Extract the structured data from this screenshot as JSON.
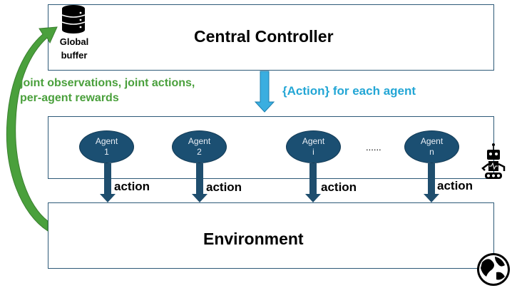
{
  "controller": {
    "title": "Central Controller",
    "buffer_label_line1": "Global",
    "buffer_label_line2": "buffer"
  },
  "environment": {
    "title": "Environment"
  },
  "feedback": {
    "line1": "joint observations, joint actions,",
    "line2": "per-agent rewards"
  },
  "broadcast": {
    "label": "{Action} for each agent"
  },
  "agents": [
    {
      "line1": "Agent",
      "line2": "1"
    },
    {
      "line1": "Agent",
      "line2": "2"
    },
    {
      "line1": "Agent",
      "line2": "i"
    },
    {
      "line1": "Agent",
      "line2": "n"
    }
  ],
  "ellipsis": "......",
  "action_label": "action",
  "colors": {
    "box_border": "#2e5a78",
    "agent_fill": "#1b4f72",
    "action_arrow": "#1f4e6e",
    "broadcast_arrow": "#3aaee0",
    "feedback_arrow": "#4aa03c",
    "feedback_text": "#4aa03c",
    "broadcast_text": "#23a6d5"
  },
  "icons": {
    "buffer": "database-icon",
    "robot": "robot-icon",
    "globe": "globe-icon"
  }
}
